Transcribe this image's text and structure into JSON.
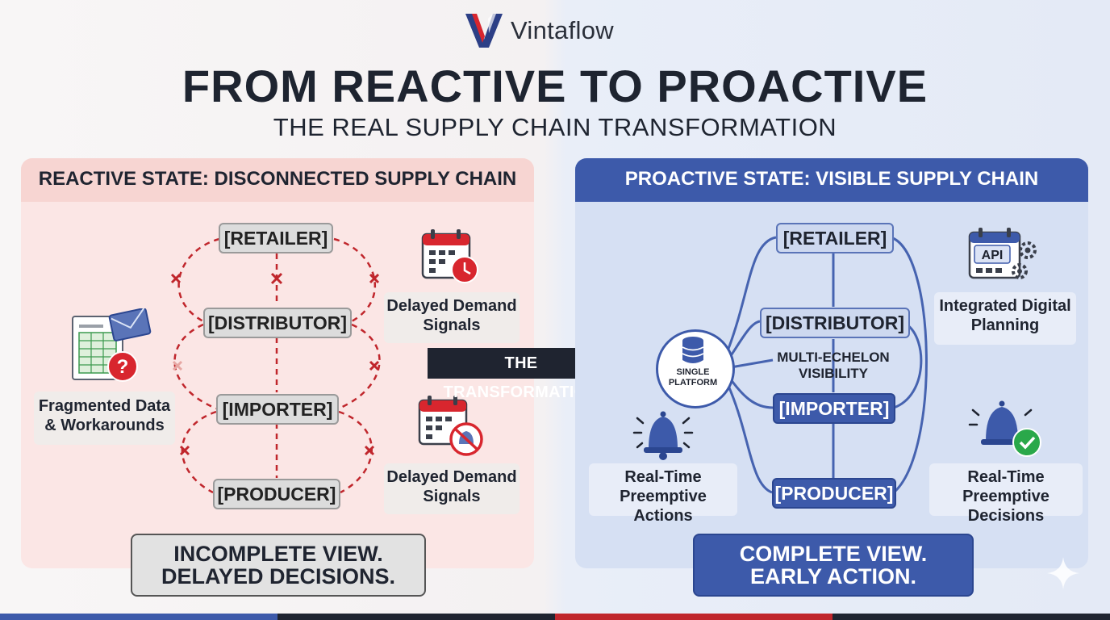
{
  "header": {
    "brand": "Vintaflow",
    "title": "FROM REACTIVE TO PROACTIVE",
    "subtitle": "THE REAL SUPPLY CHAIN TRANSFORMATION"
  },
  "reactive": {
    "title": "REACTIVE STATE: DISCONNECTED SUPPLY CHAIN",
    "nodes": [
      "[RETAILER]",
      "[DISTRIBUTOR]",
      "[IMPORTER]",
      "[PRODUCER]"
    ],
    "fragmented": [
      "Fragmented Data",
      "& Workarounds"
    ],
    "signal_top": [
      "Delayed Demand",
      "Signals"
    ],
    "signal_bottom": [
      "Delayed Demand",
      "Signals"
    ],
    "summary": [
      "INCOMPLETE VIEW.",
      "DELAYED DECISIONS."
    ]
  },
  "transformation": {
    "label": "THE TRANSFORMATION"
  },
  "proactive": {
    "title": "PROACTIVE STATE: VISIBLE SUPPLY CHAIN",
    "nodes": [
      "[RETAILER]",
      "[DISTRIBUTOR]",
      "[IMPORTER]",
      "[PRODUCER]"
    ],
    "hub": [
      "SINGLE",
      "PLATFORM"
    ],
    "multi_echelon": [
      "MULTI-ECHELON",
      "VISIBILITY"
    ],
    "api_label": "API",
    "integrated": [
      "Integrated Digital",
      "Planning"
    ],
    "realtime_actions": [
      "Real-Time",
      "Preemptive Actions"
    ],
    "realtime_decisions": [
      "Real-Time",
      "Preemptive Decisions"
    ],
    "summary": [
      "COMPLETE VIEW.",
      "EARLY ACTION."
    ]
  },
  "colors": {
    "reactive_red": "#c0262c",
    "proactive_blue": "#3d5aaa",
    "dark": "#1f2430",
    "check_green": "#2aa84a"
  }
}
